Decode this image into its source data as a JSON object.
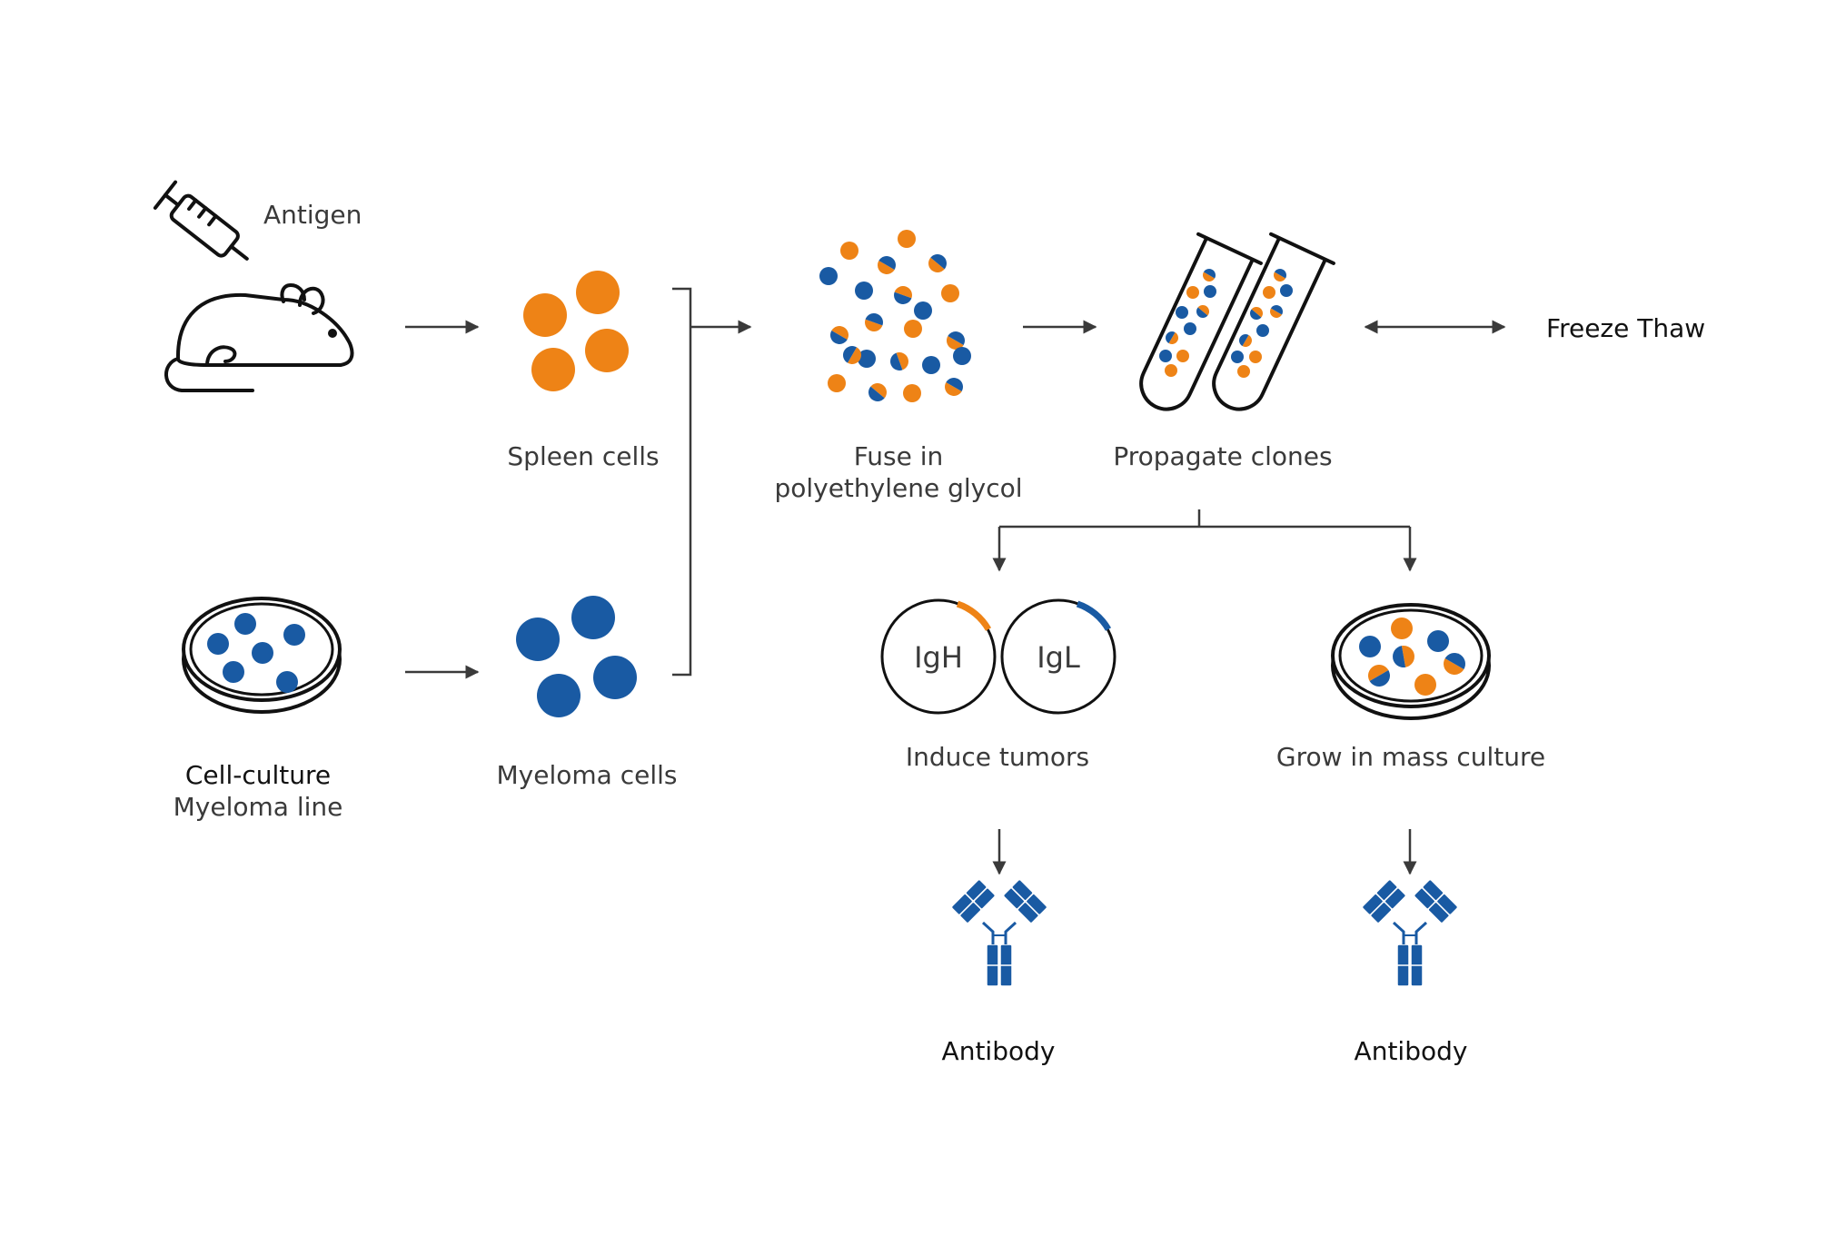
{
  "labels": {
    "antigen": "Antigen",
    "spleen_cells": "Spleen cells",
    "fuse_line1": "Fuse in",
    "fuse_line2": "polyethylene glycol",
    "propagate_clones": "Propagate clones",
    "freeze_thaw": "Freeze Thaw",
    "cell_culture_line1": "Cell-culture",
    "cell_culture_line2": "Myeloma line",
    "myeloma_cells": "Myeloma cells",
    "induce_tumors": "Induce tumors",
    "mass_culture": "Grow in mass culture",
    "igh": "IgH",
    "igl": "IgL",
    "antibody_left": "Antibody",
    "antibody_right": "Antibody"
  },
  "colors": {
    "orange": "#EE8316",
    "blue": "#195AA3",
    "line": "#111111",
    "arrow": "#3a3a3a"
  },
  "icons": {
    "syringe": "syringe-icon",
    "mouse": "mouse-icon",
    "petri_dish": "petri-dish-icon",
    "test_tubes": "test-tubes-icon",
    "antibody": "antibody-icon"
  }
}
